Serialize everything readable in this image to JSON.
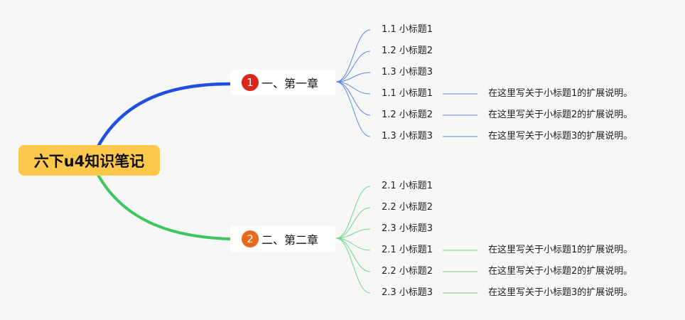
{
  "colors": {
    "background": "#f7f7f7",
    "root_bg": "#fcc84b",
    "chapter1_branch": "#1f4fe0",
    "chapter2_branch": "#3bc75e",
    "chapter1_leaf_line": "#5b86e5",
    "chapter2_leaf_line": "#6fd68a",
    "badge1": "#d9271c",
    "badge2": "#e86a1a"
  },
  "root": {
    "title": "六下u4知识笔记"
  },
  "chapters": [
    {
      "badge": "1",
      "title": "一、第一章",
      "leaves": [
        "1.1 小标题1",
        "1.2 小标题2",
        "1.3 小标题3",
        "1.1 小标题1",
        "1.2 小标题2",
        "1.3 小标题3"
      ],
      "notes": [
        "在这里写关于小标题1的扩展说明。",
        "在这里写关于小标题2的扩展说明。",
        "在这里写关于小标题3的扩展说明。"
      ]
    },
    {
      "badge": "2",
      "title": "二、第二章",
      "leaves": [
        "2.1 小标题1",
        "2.2 小标题2",
        "2.3 小标题3",
        "2.1 小标题1",
        "2.2 小标题2",
        "2.3 小标题3"
      ],
      "notes": [
        "在这里写关于小标题1的扩展说明。",
        "在这里写关于小标题2的扩展说明。",
        "在这里写关于小标题3的扩展说明。"
      ]
    }
  ]
}
